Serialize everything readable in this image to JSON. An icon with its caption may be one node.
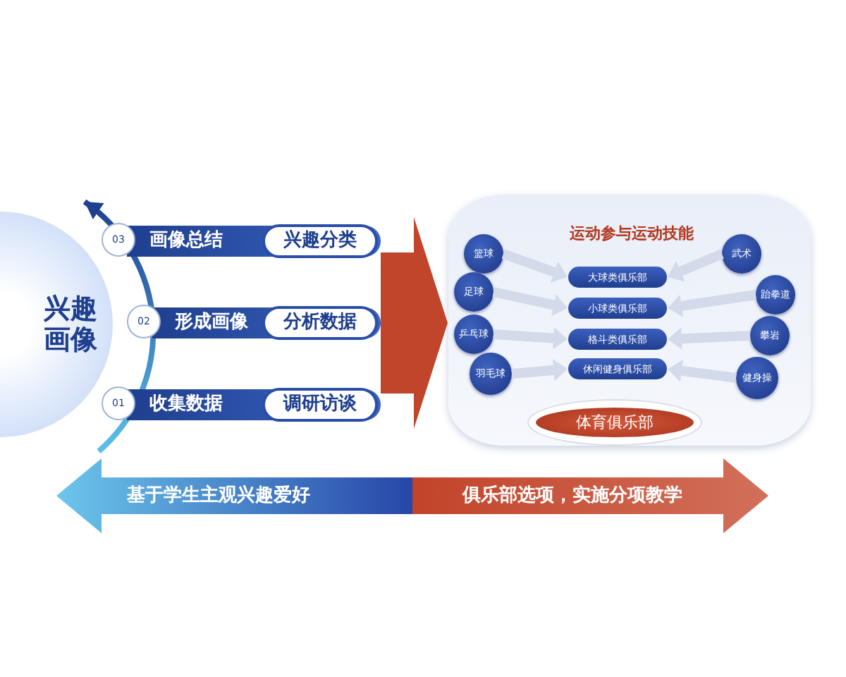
{
  "diagram": {
    "nodes": [
      {
        "text": [
          "兴趣画像"
        ]
      },
      {
        "text": [
          "03",
          "画像总结",
          "兴趣分类"
        ]
      },
      {
        "text": [
          "02",
          "形成画像",
          "分析数据"
        ]
      },
      {
        "text": [
          "01",
          "收集数据",
          "调研访谈"
        ]
      },
      {
        "text": [
          "运动参与运动技能"
        ]
      },
      {
        "text": [
          "篮球"
        ],
        "in": 4
      },
      {
        "text": [
          "足球"
        ],
        "in": 4
      },
      {
        "text": [
          "乒乓球"
        ],
        "in": 4
      },
      {
        "text": [
          "羽毛球"
        ],
        "in": 4
      },
      {
        "text": [
          "大球类俱乐部"
        ],
        "in": 4
      },
      {
        "text": [
          "小球类俱乐部"
        ],
        "in": 4
      },
      {
        "text": [
          "格斗类俱乐部"
        ],
        "in": 4
      },
      {
        "text": [
          "休闲健身俱乐部"
        ],
        "in": 4
      },
      {
        "text": [
          "武术"
        ],
        "in": 4
      },
      {
        "text": [
          "跆拳道"
        ],
        "in": 4
      },
      {
        "text": [
          "攀岩"
        ],
        "in": 4
      },
      {
        "text": [
          "健身操"
        ],
        "in": 4
      },
      {
        "text": [
          "体育俱乐部"
        ],
        "in": 4
      },
      {
        "text": [
          "基于学生主观兴趣爱好",
          "俱乐部选项，实施分项教学"
        ]
      }
    ],
    "edges": [
      {
        "from": 2,
        "to": 4,
        "arrow": "to",
        "style": "thick",
        "color": "#c0452a"
      },
      {
        "from": 5,
        "to": 9,
        "arrow": "to"
      },
      {
        "from": 6,
        "to": 10,
        "arrow": "to"
      },
      {
        "from": 7,
        "to": 11,
        "arrow": "to"
      },
      {
        "from": 8,
        "to": 12,
        "arrow": "to"
      },
      {
        "from": 13,
        "to": 9,
        "arrow": "to"
      },
      {
        "from": 14,
        "to": 10,
        "arrow": "to"
      },
      {
        "from": 15,
        "to": 11,
        "arrow": "to"
      },
      {
        "from": 16,
        "to": 12,
        "arrow": "to"
      }
    ]
  }
}
